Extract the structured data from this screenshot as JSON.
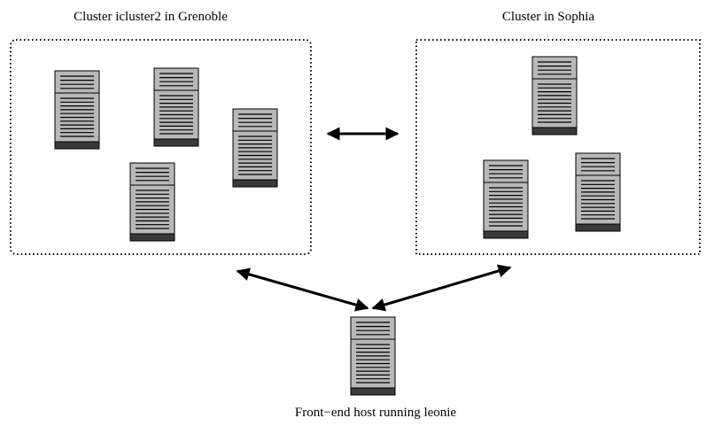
{
  "diagram": {
    "grenoble_cluster": {
      "label": "Cluster icluster2 in Grenoble"
    },
    "sophia_cluster": {
      "label": "Cluster in Sophia"
    },
    "frontend": {
      "label": "Front−end host running leonie"
    }
  },
  "colors": {
    "server_body": "#b8b8b8",
    "server_base": "#3a3a3a",
    "server_lines": "#000000",
    "arrow": "#000000",
    "cluster_border": "#000000"
  },
  "icons": {
    "server": "server-icon",
    "arrow": "double-headed-arrow-icon"
  }
}
